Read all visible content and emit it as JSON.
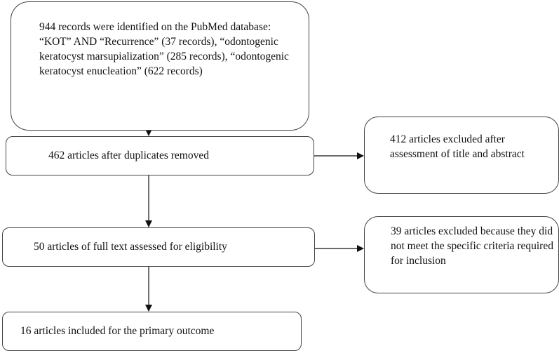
{
  "boxes": {
    "identification": "944 records were identified on the PubMed database: “KOT” AND “Recurrence” (37 records), “odontogenic keratocyst marsupialization” (285 records), “odontogenic keratocyst enucleation” (622 records)",
    "duplicates_removed": "462 articles after duplicates removed",
    "full_text": "50 articles of full text assessed for eligibility",
    "included": "16 articles included for the primary outcome"
  },
  "side_boxes": {
    "excluded_title_abstract": "412 articles excluded after assessment of title and abstract",
    "excluded_criteria": "39 articles excluded because they did not meet the specific criteria required for inclusion"
  }
}
